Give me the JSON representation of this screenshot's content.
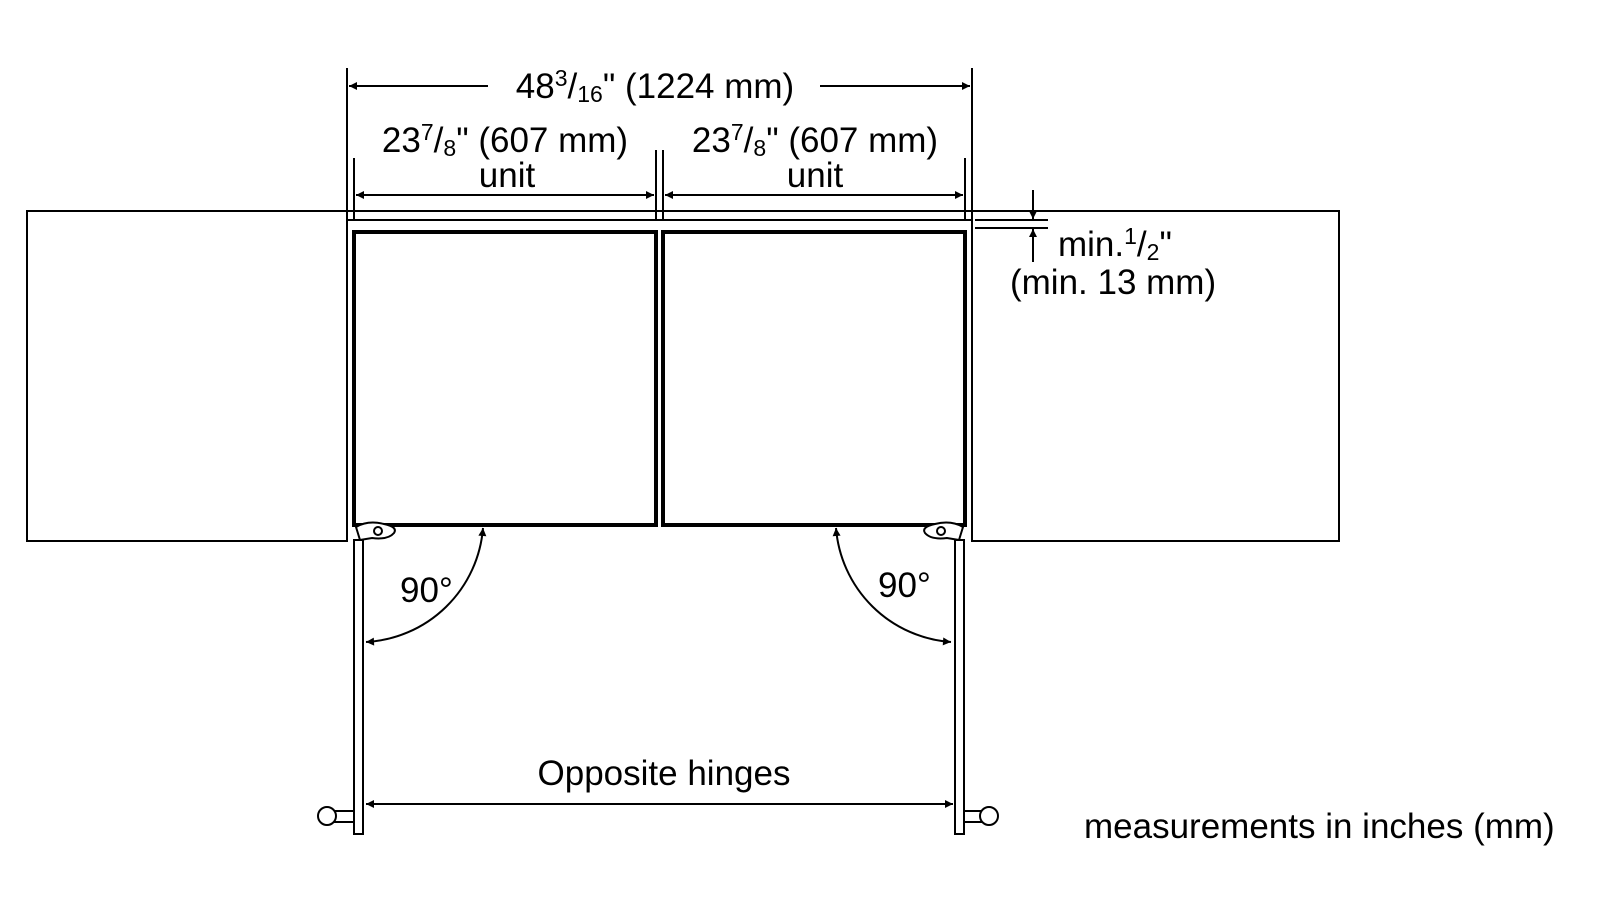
{
  "overall_width": {
    "whole": "48",
    "num": "3",
    "den": "16",
    "suffix": "\" (1224 mm)"
  },
  "unit_width_left": {
    "whole": "23",
    "num": "7",
    "den": "8",
    "suffix": "\" (607 mm)",
    "caption": "unit"
  },
  "unit_width_right": {
    "whole": "23",
    "num": "7",
    "den": "8",
    "suffix": "\" (607 mm)",
    "caption": "unit"
  },
  "gap": {
    "prefix": "min.",
    "num": "1",
    "den": "2",
    "suffix": "\"",
    "metric": "(min. 13 mm)"
  },
  "angle_left": "90°",
  "angle_right": "90°",
  "hinges_label": "Opposite hinges",
  "units_note": "measurements in inches (mm)"
}
